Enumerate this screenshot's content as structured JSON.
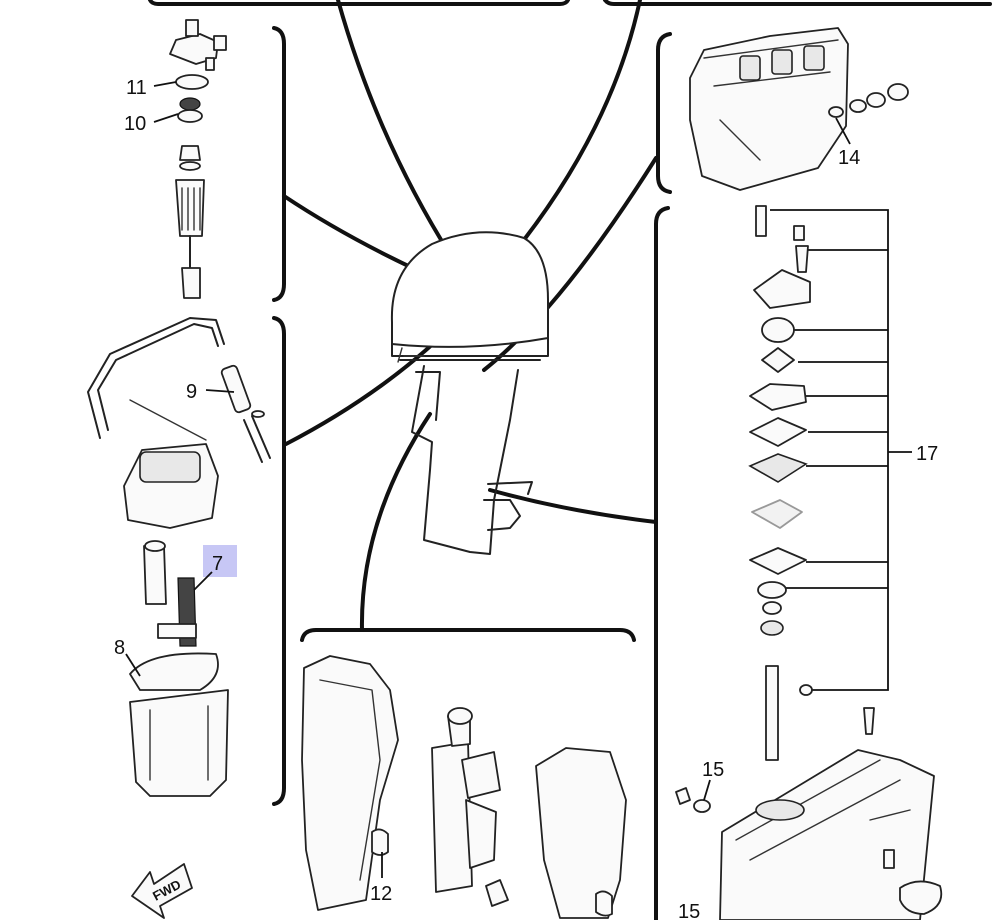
{
  "callouts": {
    "c7": "7",
    "c8": "8",
    "c9": "9",
    "c10": "10",
    "c11": "11",
    "c12": "12",
    "c14": "14",
    "c15a": "15",
    "c15b": "15",
    "c17": "17"
  },
  "fwd_label": "FWD",
  "highlighted_callout": "7",
  "colors": {
    "highlight": "#c7c7f5",
    "line": "#111111",
    "background": "#ffffff"
  }
}
